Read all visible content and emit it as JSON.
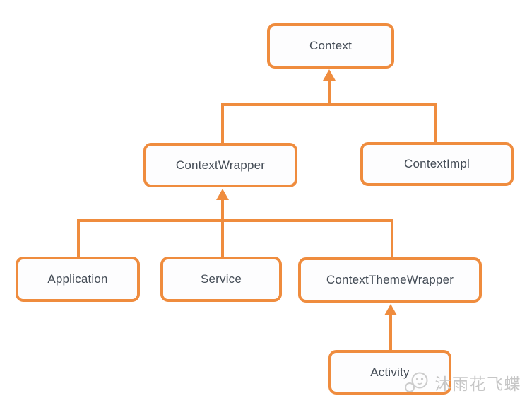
{
  "page": {
    "background": "#FFFFFF"
  },
  "diagram": {
    "type": "class-hierarchy",
    "nodes": [
      {
        "id": "context",
        "label": "Context"
      },
      {
        "id": "contextwrapper",
        "label": "ContextWrapper"
      },
      {
        "id": "contextimpl",
        "label": "ContextImpl"
      },
      {
        "id": "application",
        "label": "Application"
      },
      {
        "id": "service",
        "label": "Service"
      },
      {
        "id": "contextthemewrapper",
        "label": "ContextThemeWrapper"
      },
      {
        "id": "activity",
        "label": "Activity"
      }
    ],
    "edges": [
      {
        "from": "contextwrapper",
        "to": "context",
        "style": "inheritance-arrow"
      },
      {
        "from": "contextimpl",
        "to": "context",
        "style": "inheritance-arrow"
      },
      {
        "from": "application",
        "to": "contextwrapper",
        "style": "inheritance-arrow"
      },
      {
        "from": "service",
        "to": "contextwrapper",
        "style": "inheritance-arrow"
      },
      {
        "from": "contextthemewrapper",
        "to": "contextwrapper",
        "style": "inheritance-arrow"
      },
      {
        "from": "activity",
        "to": "contextthemewrapper",
        "style": "inheritance-arrow"
      }
    ],
    "colors": {
      "line": "#EF8C3E",
      "node_border": "#EF8C3E",
      "node_text": "#444C56",
      "node_background": "#FFFFFF"
    }
  },
  "watermark": {
    "text": "沐雨花飞蝶",
    "icon": "cartoon-face-icon",
    "color": "#C6C6C6"
  }
}
